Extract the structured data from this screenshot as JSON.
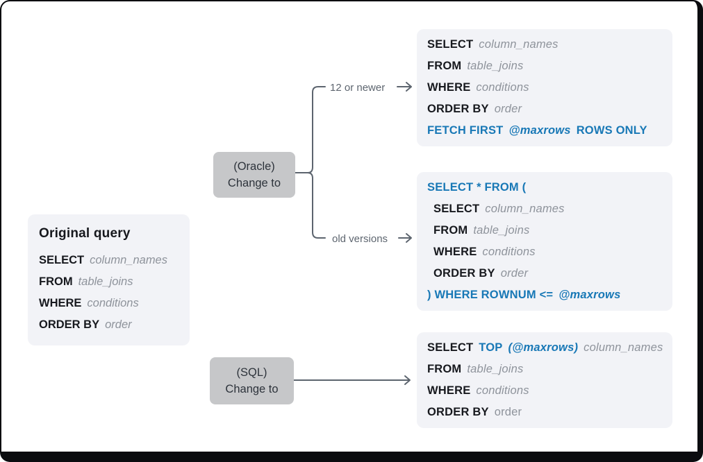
{
  "colors": {
    "accent_blue": "#1878b6",
    "keyword_text": "#17191e",
    "param_text": "#8e939b",
    "code_box_bg": "#f2f3f7",
    "node_bg": "#c6c7c9",
    "node_text": "#2d333b",
    "connector": "#5c646e",
    "frame_border": "#0b0c0f"
  },
  "original_query": {
    "title": "Original query",
    "lines": [
      {
        "indent": false,
        "segments": [
          {
            "style": "kw",
            "text": "SELECT"
          },
          {
            "style": "param",
            "text": "column_names"
          }
        ]
      },
      {
        "indent": false,
        "segments": [
          {
            "style": "kw",
            "text": "FROM"
          },
          {
            "style": "param",
            "text": "table_joins"
          }
        ]
      },
      {
        "indent": false,
        "segments": [
          {
            "style": "kw",
            "text": "WHERE"
          },
          {
            "style": "param",
            "text": "conditions"
          }
        ]
      },
      {
        "indent": false,
        "segments": [
          {
            "style": "kw",
            "text": "ORDER BY"
          },
          {
            "style": "param",
            "text": "order"
          }
        ]
      }
    ]
  },
  "nodes": {
    "oracle": {
      "line1": "(Oracle)",
      "line2": "Change to"
    },
    "sql": {
      "line1": "(SQL)",
      "line2": "Change to"
    }
  },
  "branch_labels": {
    "oracle_new": "12 or newer",
    "oracle_old": "old versions"
  },
  "code_boxes": {
    "oracle_new": {
      "lines": [
        {
          "indent": false,
          "segments": [
            {
              "style": "kw",
              "text": "SELECT"
            },
            {
              "style": "param",
              "text": "column_names"
            }
          ]
        },
        {
          "indent": false,
          "segments": [
            {
              "style": "kw",
              "text": "FROM"
            },
            {
              "style": "param",
              "text": "table_joins"
            }
          ]
        },
        {
          "indent": false,
          "segments": [
            {
              "style": "kw",
              "text": "WHERE"
            },
            {
              "style": "param",
              "text": "conditions"
            }
          ]
        },
        {
          "indent": false,
          "segments": [
            {
              "style": "kw",
              "text": "ORDER BY"
            },
            {
              "style": "param",
              "text": "order"
            }
          ]
        },
        {
          "indent": false,
          "segments": [
            {
              "style": "blue",
              "text": "FETCH FIRST"
            },
            {
              "style": "blueit",
              "text": "@maxrows"
            },
            {
              "style": "blue",
              "text": "ROWS ONLY"
            }
          ]
        }
      ]
    },
    "oracle_old": {
      "lines": [
        {
          "indent": false,
          "segments": [
            {
              "style": "blue",
              "text": "SELECT * FROM ("
            }
          ]
        },
        {
          "indent": true,
          "segments": [
            {
              "style": "kw",
              "text": "SELECT"
            },
            {
              "style": "param",
              "text": "column_names"
            }
          ]
        },
        {
          "indent": true,
          "segments": [
            {
              "style": "kw",
              "text": "FROM"
            },
            {
              "style": "param",
              "text": "table_joins"
            }
          ]
        },
        {
          "indent": true,
          "segments": [
            {
              "style": "kw",
              "text": "WHERE"
            },
            {
              "style": "param",
              "text": "conditions"
            }
          ]
        },
        {
          "indent": true,
          "segments": [
            {
              "style": "kw",
              "text": "ORDER BY"
            },
            {
              "style": "param",
              "text": "order"
            }
          ]
        },
        {
          "indent": false,
          "segments": [
            {
              "style": "blue",
              "text": ") WHERE ROWNUM <="
            },
            {
              "style": "blueit",
              "text": "@maxrows"
            }
          ]
        }
      ]
    },
    "sql": {
      "lines": [
        {
          "indent": false,
          "segments": [
            {
              "style": "kw",
              "text": "SELECT"
            },
            {
              "style": "blue",
              "text": "TOP"
            },
            {
              "style": "blueit",
              "text": "(@maxrows)"
            },
            {
              "style": "param",
              "text": "column_names"
            }
          ]
        },
        {
          "indent": false,
          "segments": [
            {
              "style": "kw",
              "text": "FROM"
            },
            {
              "style": "param",
              "text": "table_joins"
            }
          ]
        },
        {
          "indent": false,
          "segments": [
            {
              "style": "kw",
              "text": "WHERE"
            },
            {
              "style": "param",
              "text": "conditions"
            }
          ]
        },
        {
          "indent": false,
          "segments": [
            {
              "style": "kw",
              "text": "ORDER BY"
            },
            {
              "style": "param2",
              "text": "order"
            }
          ]
        }
      ]
    }
  }
}
